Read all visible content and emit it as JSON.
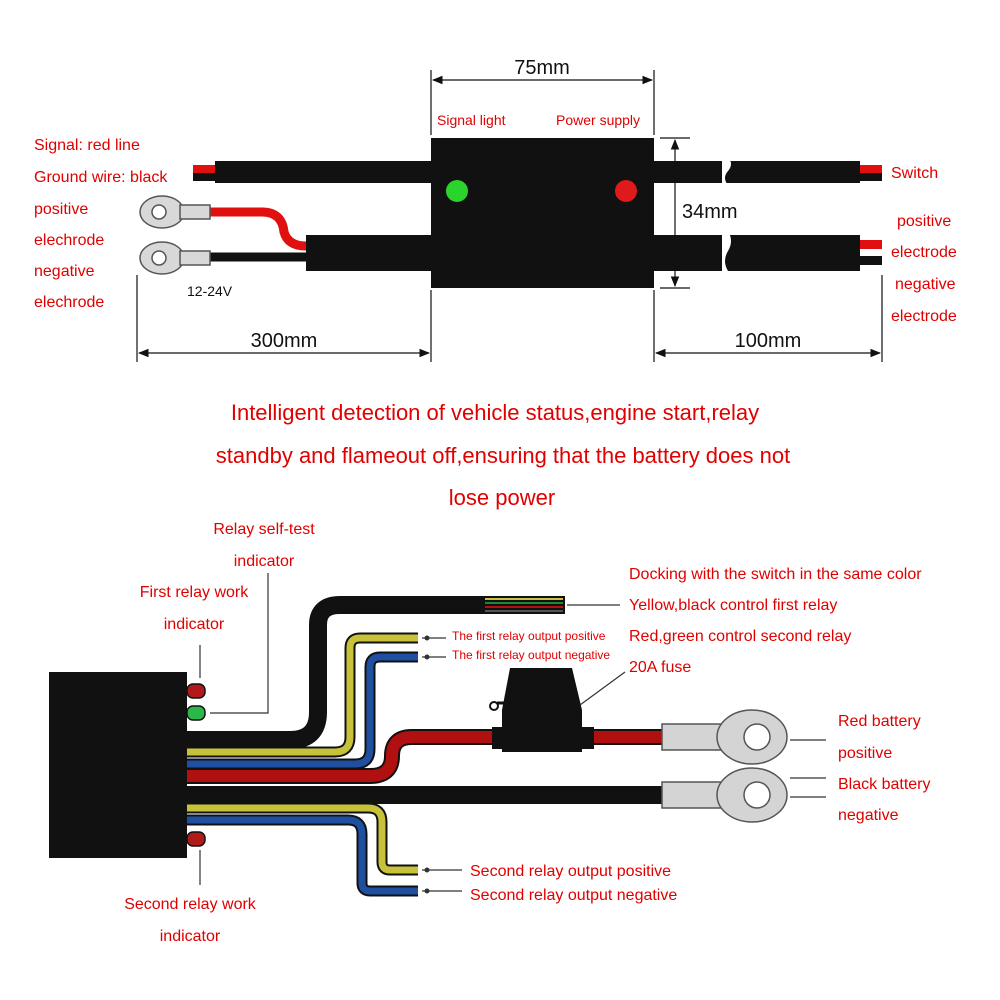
{
  "top": {
    "dim_width": "75mm",
    "dim_height": "34mm",
    "dim_left": "300mm",
    "dim_right": "100mm",
    "signal_light": "Signal light",
    "power_supply": "Power supply",
    "signal_red_line": "Signal: red line",
    "ground_wire": "Ground wire: black",
    "positive": "positive",
    "electrode_l1": "elechrode",
    "negative": "negative",
    "electrode_l2": "elechrode",
    "voltage": "12-24V",
    "switch": "Switch",
    "r_positive": "positive",
    "r_electrode1": "electrode",
    "r_negative": "negative",
    "r_electrode2": "electrode"
  },
  "description": {
    "line1": "Intelligent detection of vehicle status,engine start,relay",
    "line2": "standby and flameout off,ensuring that the battery does not",
    "line3": "lose power"
  },
  "bottom": {
    "relay_selftest_1": "Relay self-test",
    "relay_selftest_2": "indicator",
    "first_relay_1": "First relay work",
    "first_relay_2": "indicator",
    "docking": "Docking with the switch in the same color",
    "yellow_black": "Yellow,black control first relay",
    "red_green": "Red,green control second relay",
    "fuse": "20A fuse",
    "first_out_pos": "The first relay output positive",
    "first_out_neg": "The first relay output negative",
    "red_batt_1": "Red battery",
    "red_batt_2": "positive",
    "black_batt_1": "Black battery",
    "black_batt_2": "negative",
    "second_out_pos": "Second relay output positive",
    "second_out_neg": "Second relay output negative",
    "second_relay_1": "Second relay work",
    "second_relay_2": "indicator"
  },
  "colors": {
    "wire_black": "#111111",
    "wire_red": "#b01010",
    "wire_yellow": "#c8c23a",
    "wire_blue": "#1e4fa0",
    "led_green": "#2bd42b",
    "led_red": "#e01a1a",
    "text_red": "#e00000",
    "terminal_grey": "#d4d4d4"
  }
}
